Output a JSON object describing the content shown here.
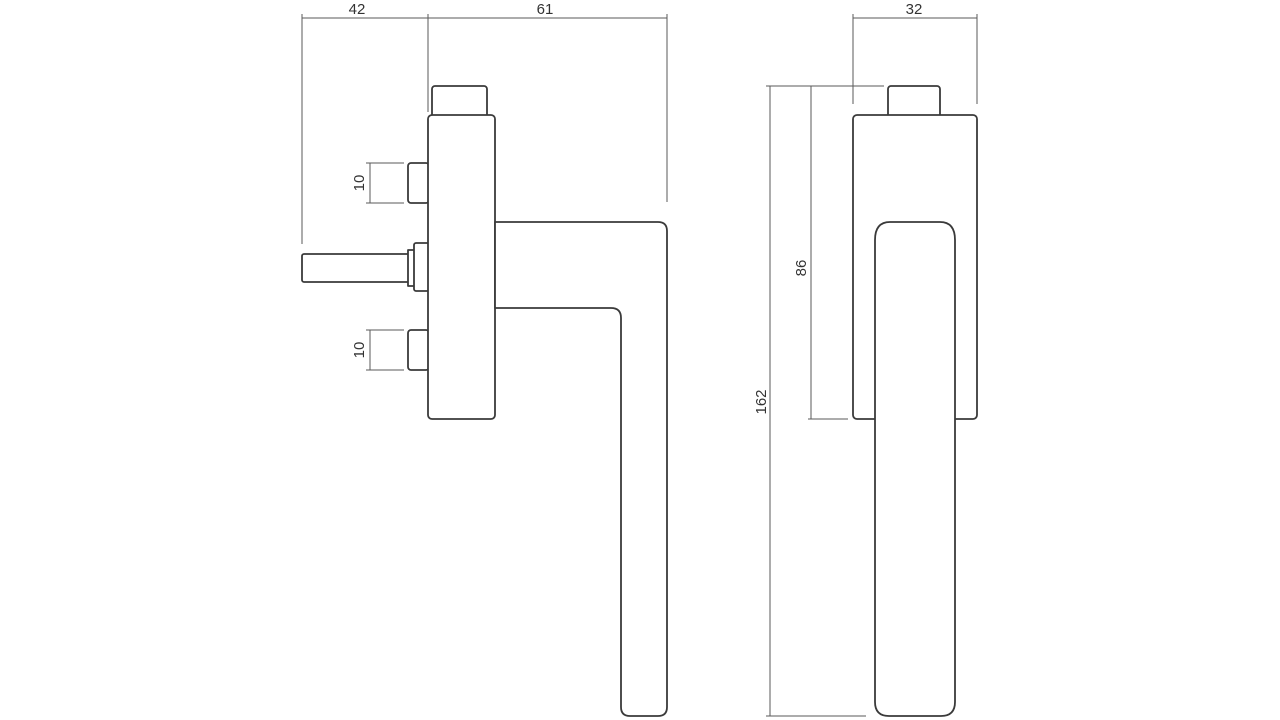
{
  "dimensions": {
    "side_left_offset": "42",
    "side_handle_length": "61",
    "side_pin_top": "10",
    "side_pin_bottom": "10",
    "front_width": "32",
    "front_rose_height": "86",
    "front_total_height": "162"
  },
  "colors": {
    "line": "#3a3a3a",
    "background": "#ffffff"
  }
}
